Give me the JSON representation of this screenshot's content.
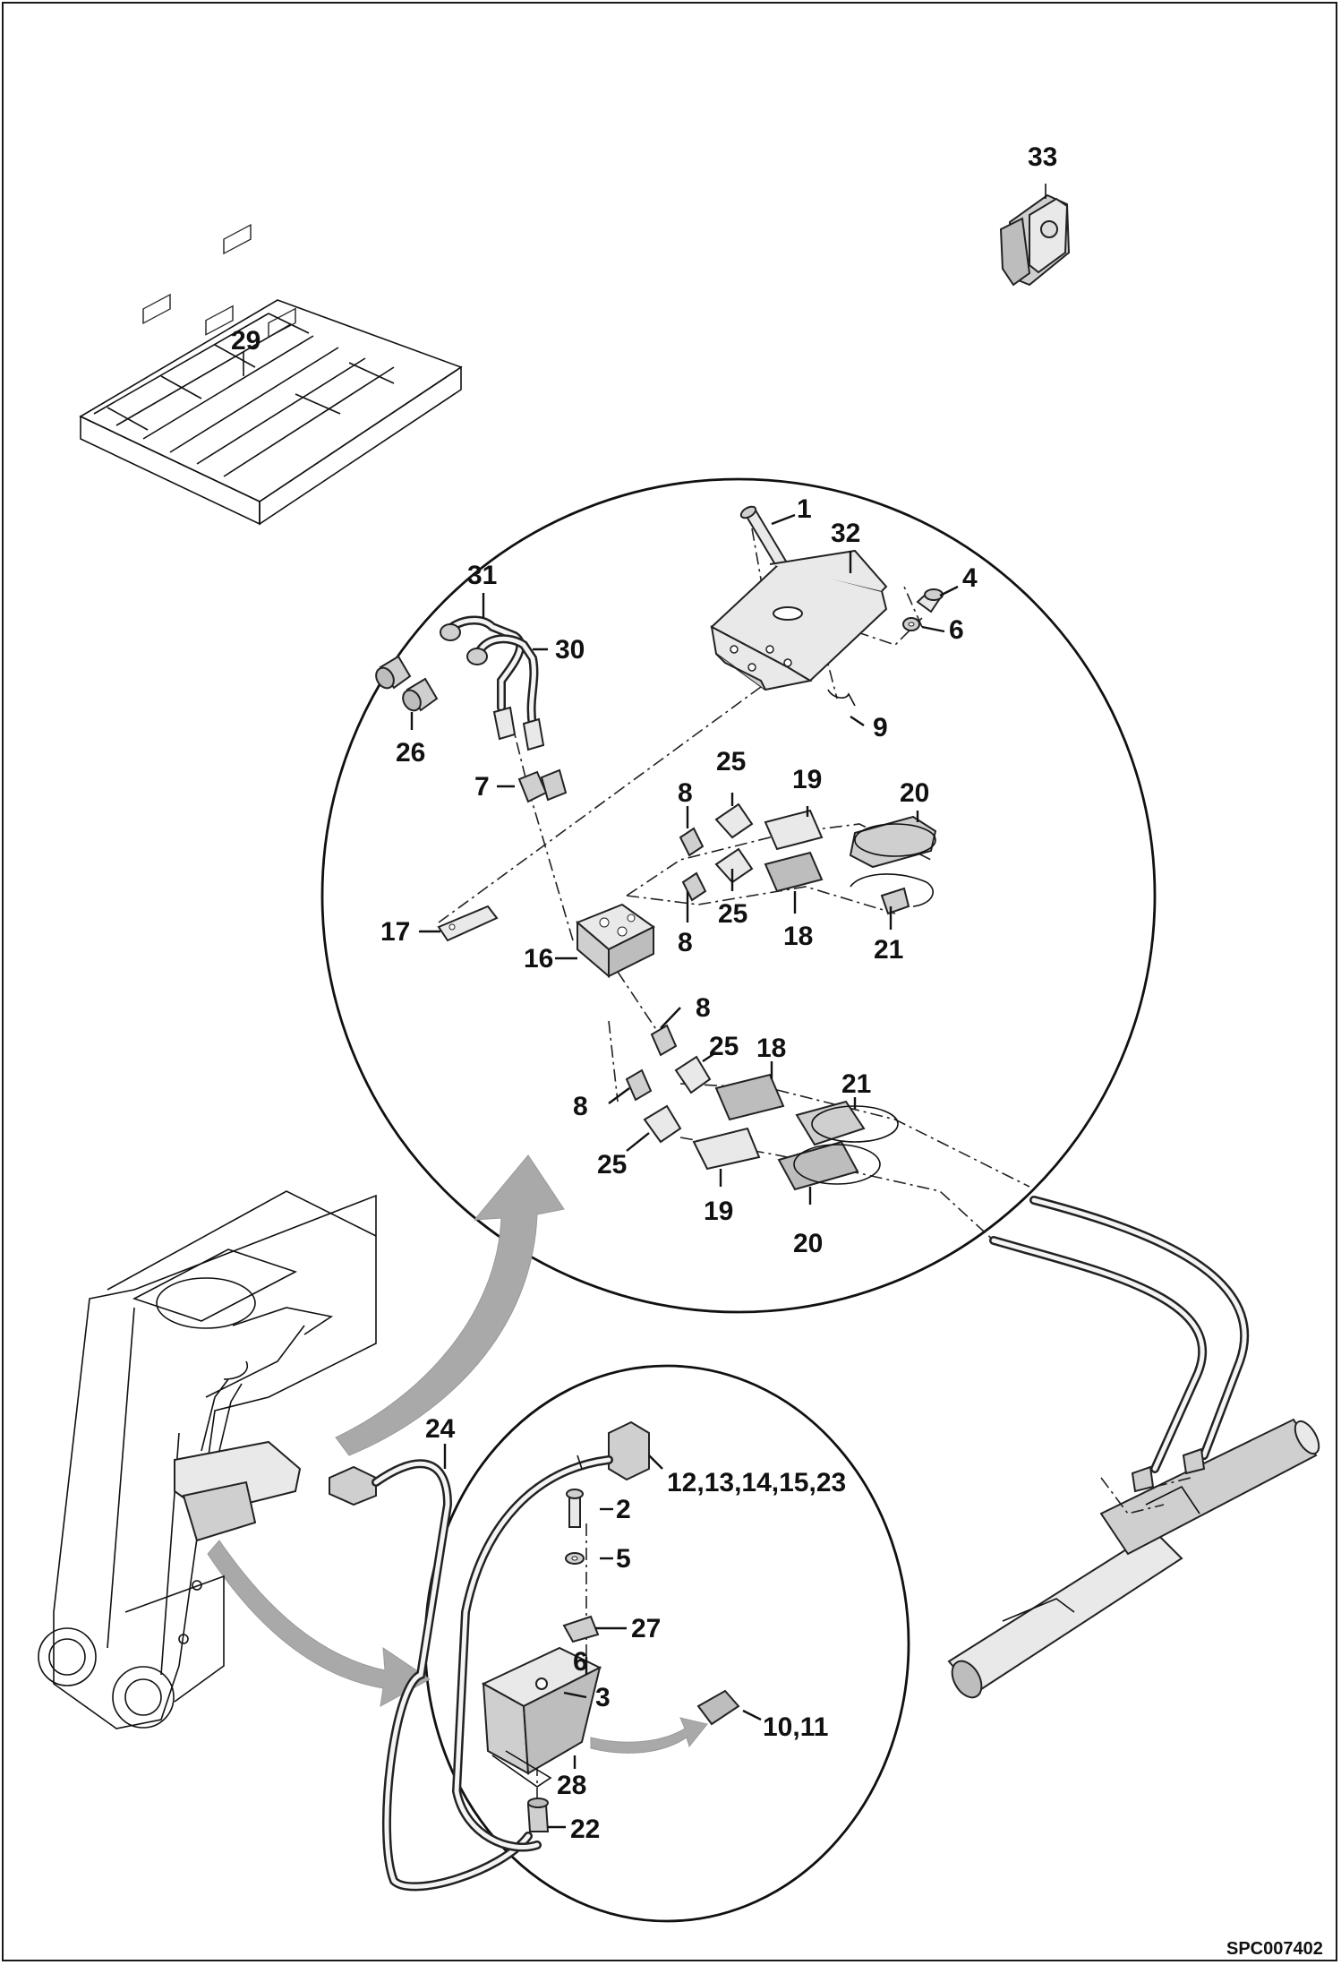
{
  "drawing_id": "SPC007402",
  "callouts": [
    {
      "label": "1"
    },
    {
      "label": "32"
    },
    {
      "label": "4"
    },
    {
      "label": "6"
    },
    {
      "label": "9"
    },
    {
      "label": "31"
    },
    {
      "label": "30"
    },
    {
      "label": "26"
    },
    {
      "label": "7"
    },
    {
      "label": "8"
    },
    {
      "label": "25"
    },
    {
      "label": "19"
    },
    {
      "label": "20"
    },
    {
      "label": "17"
    },
    {
      "label": "16"
    },
    {
      "label": "8"
    },
    {
      "label": "25"
    },
    {
      "label": "18"
    },
    {
      "label": "21"
    },
    {
      "label": "8"
    },
    {
      "label": "25"
    },
    {
      "label": "18"
    },
    {
      "label": "21"
    },
    {
      "label": "8"
    },
    {
      "label": "25"
    },
    {
      "label": "19"
    },
    {
      "label": "20"
    },
    {
      "label": "33"
    },
    {
      "label": "29"
    },
    {
      "label": "24"
    },
    {
      "label": "12,13,14,15,23"
    },
    {
      "label": "2"
    },
    {
      "label": "5"
    },
    {
      "label": "27"
    },
    {
      "label": "6"
    },
    {
      "label": "3"
    },
    {
      "label": "10,11"
    },
    {
      "label": "28"
    },
    {
      "label": "22"
    }
  ]
}
